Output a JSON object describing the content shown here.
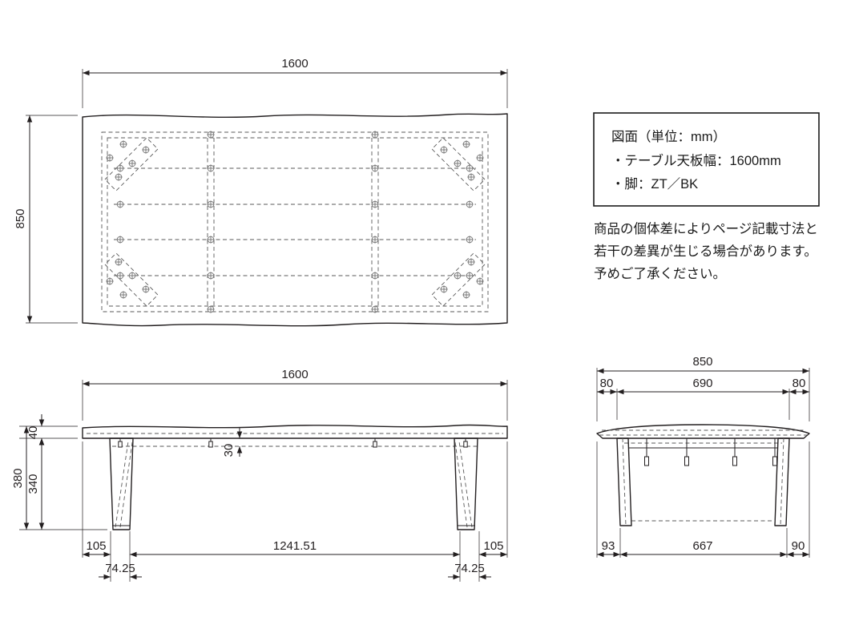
{
  "page": {
    "background": "#ffffff",
    "line_color": "#231f20"
  },
  "info_box": {
    "title": "図面（単位：mm）",
    "items": [
      "・テーブル天板幅：1600mm",
      "・脚：ZT／BK"
    ]
  },
  "disclaimer": [
    "商品の個体差によりページ記載寸法と",
    "若干の差異が生じる場合があります。",
    "予めご了承ください。"
  ],
  "top_view": {
    "width": "1600",
    "depth": "850"
  },
  "front_view": {
    "width": "1600",
    "top_thickness": "40",
    "total_height": "380",
    "leg_height": "340",
    "apron_drop": "30",
    "inset_left": "105",
    "inner_span": "1241.51",
    "inset_right": "105",
    "leg_width_left": "74.25",
    "leg_width_right": "74.25"
  },
  "side_view": {
    "depth": "850",
    "top_inset_left": "80",
    "top_span": "690",
    "top_inset_right": "80",
    "bottom_inset_left": "93",
    "bottom_span": "667",
    "bottom_inset_right": "90"
  }
}
